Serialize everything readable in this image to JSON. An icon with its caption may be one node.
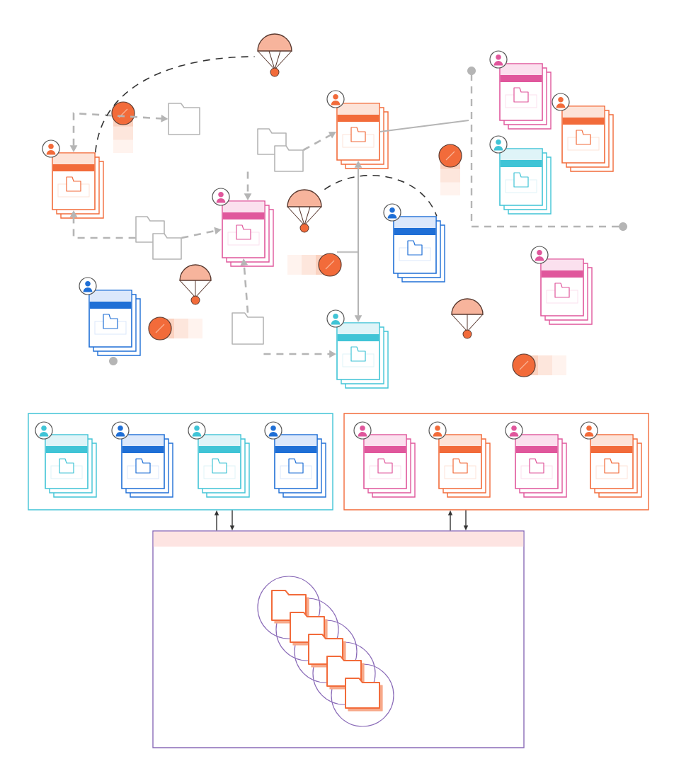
{
  "diagram": {
    "nodes": [
      {
        "text": [],
        "shape": "document"
      },
      {
        "text": [],
        "shape": "folder"
      },
      {
        "text": [],
        "shape": "document"
      },
      {
        "text": [],
        "shape": "folder"
      },
      {
        "text": [],
        "shape": "document"
      },
      {
        "text": [],
        "shape": "folder"
      },
      {
        "text": [],
        "shape": "document"
      },
      {
        "text": [],
        "shape": "folder"
      },
      {
        "text": [],
        "shape": "document"
      },
      {
        "text": [],
        "shape": "parachute"
      },
      {
        "text": [],
        "shape": "parachute"
      },
      {
        "text": [],
        "shape": "box"
      },
      {
        "text": [],
        "shape": "document",
        "in": 11
      },
      {
        "text": [],
        "shape": "document",
        "in": 11
      },
      {
        "text": [],
        "shape": "document",
        "in": 11
      },
      {
        "text": [],
        "shape": "document",
        "in": 11
      },
      {
        "text": [],
        "shape": "box"
      },
      {
        "text": [],
        "shape": "document",
        "in": 16
      },
      {
        "text": [],
        "shape": "document",
        "in": 16
      },
      {
        "text": [],
        "shape": "document",
        "in": 16
      },
      {
        "text": [],
        "shape": "document",
        "in": 16
      },
      {
        "text": [],
        "shape": "window"
      },
      {
        "text": [],
        "shape": "folder",
        "in": 21
      },
      {
        "text": [],
        "shape": "document"
      },
      {
        "text": [],
        "shape": "document"
      },
      {
        "text": [],
        "shape": "document"
      },
      {
        "text": [],
        "shape": "document"
      },
      {
        "text": [],
        "shape": "document"
      }
    ],
    "edges": [
      {
        "from": 0,
        "to": 1,
        "arrow": "both",
        "style": "dashed"
      },
      {
        "from": 3,
        "to": 2,
        "arrow": "to",
        "style": "dashed"
      },
      {
        "from": 3,
        "to": 4,
        "arrow": "to",
        "style": "dashed"
      },
      {
        "from": 5,
        "to": 4,
        "arrow": "to",
        "style": "dashed"
      },
      {
        "from": 5,
        "to": 0,
        "arrow": "to",
        "style": "dashed"
      },
      {
        "from": 7,
        "to": 4,
        "arrow": "to",
        "style": "dashed"
      },
      {
        "from": 7,
        "to": 8,
        "arrow": "to",
        "style": "dashed"
      },
      {
        "from": 2,
        "to": 8,
        "arrow": "both"
      },
      {
        "from": 0,
        "to": 9,
        "arrow": "none",
        "style": "dashed",
        "color": "#333333"
      },
      {
        "from": 10,
        "to": 6,
        "arrow": "none",
        "style": "dashed",
        "color": "#333333"
      },
      {
        "from": 2,
        "to": null,
        "arrow": "none"
      },
      {
        "from": 21,
        "to": 11,
        "arrow": "to",
        "color": "#333333"
      },
      {
        "from": 11,
        "to": 21,
        "arrow": "to",
        "color": "#333333"
      },
      {
        "from": 21,
        "to": 16,
        "arrow": "to",
        "color": "#333333"
      },
      {
        "from": 16,
        "to": 21,
        "arrow": "to",
        "color": "#333333"
      }
    ]
  }
}
